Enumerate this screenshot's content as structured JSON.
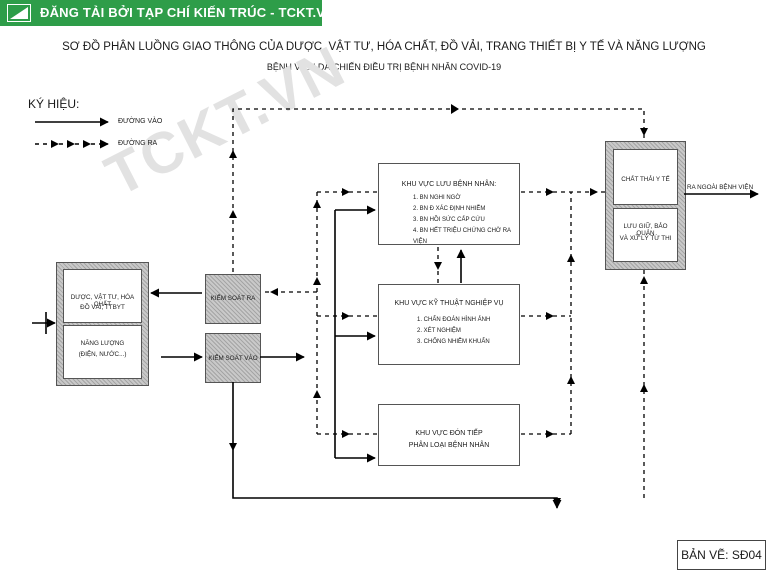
{
  "banner": {
    "text": "ĐĂNG TẢI BỞI TẠP CHÍ KIẾN TRÚC - TCKT.VN"
  },
  "title": {
    "line1": "SƠ ĐỒ  PHÂN LUỒNG GIAO THÔNG CỦA DƯỢC, VẬT TƯ, HÓA CHẤT, ĐỒ VẢI, TRANG THIẾT BỊ Y TẾ  VÀ NĂNG LƯỢNG",
    "line2": "BỆNH VIỆN DÃ CHIẾN ĐIỀU TRỊ BỆNH NHÂN COVID-19"
  },
  "legend": {
    "title": "KÝ HIỆU:",
    "in_label": "ĐƯỜNG VÀO",
    "out_label": "ĐƯỜNG RA"
  },
  "watermark": "TCKT.VN",
  "supply": {
    "top_lines": [
      "DƯỢC, VẬT TƯ, HÓA CHẤT",
      "ĐỒ VẢI, TTBYT"
    ],
    "bottom_lines": [
      "NĂNG LƯỢNG",
      "(ĐIỆN, NƯỚC...)"
    ]
  },
  "control": {
    "exit_label": "KIỂM SOÁT RA",
    "entry_label": "KIỂM SOÁT VÀO"
  },
  "zones": {
    "storage": {
      "title": "KHU  VỰC LƯU BỆNH NHÂN:",
      "items": [
        "1. BN NGHI NGỜ",
        "2. BN Đ   XÁC ĐỊNH NHIỄM",
        "3. BN HỒI SỨC CẤP CỨU",
        "4. BN HẾT TRIỆU CHỨNG CHỜ RA VIỆN"
      ]
    },
    "technical": {
      "title": "KHU  VỰC KỸ THUẬT NGHIỆP VỤ",
      "items": [
        "1. CHẨN ĐOÁN HÌNH ẢNH",
        "2. XÉT NGHIỆM",
        "3. CHỐNG NHIỄM KHUẨN"
      ]
    },
    "reception": {
      "title_lines": [
        "KHU  VỰC ĐÓN TIẾP",
        "PHÂN LOẠI BỆNH NHÂN"
      ]
    }
  },
  "waste": {
    "top_label": "CHẤT THẢI Y TẾ",
    "bottom_lines": [
      "LƯU GIỮ, BẢO QUẢN",
      "VÀ XỬ LÝ TỪ THI"
    ]
  },
  "exit_label": "RA NGOÀI BỆNH VIỆN",
  "drawing_no": "BẢN VẼ: SĐ04",
  "colors": {
    "banner": "#2e9d49",
    "line": "#000000",
    "hatch": "#c9c9c9",
    "watermark": "#e2e2e2"
  }
}
